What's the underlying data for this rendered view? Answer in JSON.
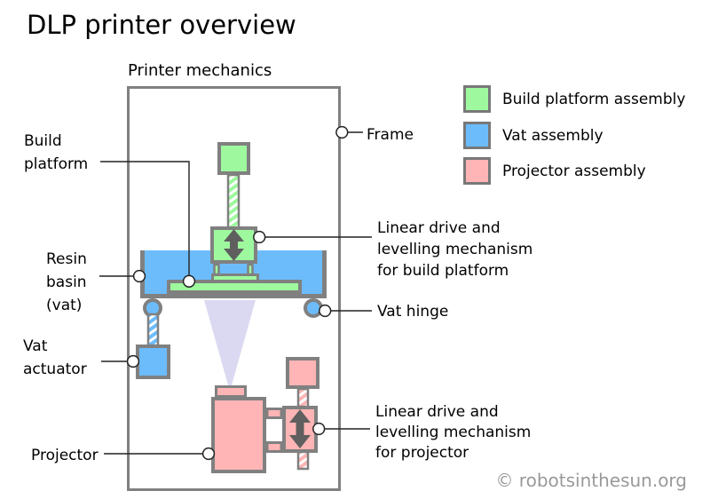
{
  "title": "DLP printer overview",
  "frame_section_label": "Printer mechanics",
  "watermark": "© robotsinthesun.org",
  "colors": {
    "build_platform_assembly": "#9EF99E",
    "vat_assembly": "#6CBCFC",
    "projector_assembly": "#FFB5B5",
    "outline_gray": "#808080",
    "projection_beam": "#DBD9F2",
    "arrow_gray": "#5F5F5F",
    "watermark_gray": "#999999"
  },
  "legend": {
    "items": [
      {
        "label": "Build platform assembly",
        "color": "#9EF99E"
      },
      {
        "label": "Vat assembly",
        "color": "#6CBCFC"
      },
      {
        "label": "Projector assembly",
        "color": "#FFB5B5"
      }
    ]
  },
  "callouts": {
    "build_platform": "Build\nplatform",
    "frame": "Frame",
    "linear_drive_build_platform": "Linear drive and\nlevelling mechanism\nfor build platform",
    "resin_basin": "Resin\nbasin\n(vat)",
    "vat_hinge": "Vat hinge",
    "vat_actuator": "Vat\nactuator",
    "projector": "Projector",
    "linear_drive_projector": "Linear drive and\nlevelling mechanism\nfor projector"
  }
}
